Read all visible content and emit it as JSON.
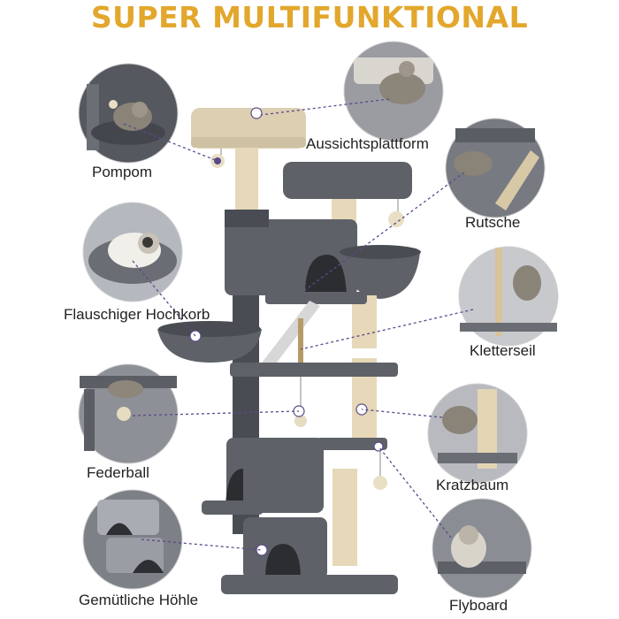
{
  "title": "SUPER MULTIFUNKTIONAL",
  "colors": {
    "title": "#E2A72C",
    "dash": "#5B4A8A",
    "plush": "#5E6168",
    "plush_dark": "#494C52",
    "sisal": "#E6D8B8",
    "beige": "#DCCFB2"
  },
  "features": [
    {
      "id": "pompom",
      "label": "Pompom"
    },
    {
      "id": "aussichtsplattform",
      "label": "Aussichtsplattform"
    },
    {
      "id": "rutsche",
      "label": "Rutsche"
    },
    {
      "id": "flauschiger-hochkorb",
      "label": "Flauschiger Hochkorb"
    },
    {
      "id": "kletterseil",
      "label": "Kletterseil"
    },
    {
      "id": "federball",
      "label": "Federball"
    },
    {
      "id": "kratzbaum",
      "label": "Kratzbaum"
    },
    {
      "id": "gemutliche-hohle",
      "label": "Gemütliche Höhle"
    },
    {
      "id": "flyboard",
      "label": "Flyboard"
    }
  ]
}
